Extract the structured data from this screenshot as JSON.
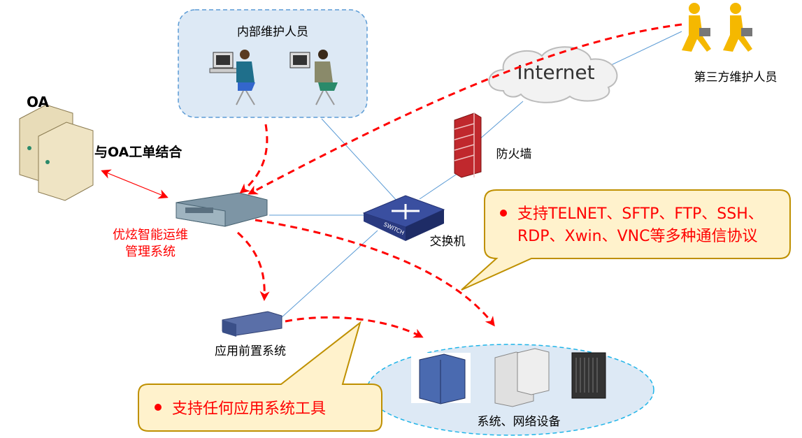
{
  "internal_group": {
    "title": "内部维护人员"
  },
  "third_party": {
    "label": "第三方维护人员"
  },
  "internet": {
    "label": "Internet"
  },
  "firewall": {
    "label": "防火墙"
  },
  "switch": {
    "label": "交换机",
    "device_text": "SWITCH"
  },
  "oa": {
    "title": "OA",
    "integration_label": "与OA工单结合"
  },
  "bastion": {
    "label_line1": "优炫智能运维",
    "label_line2": "管理系统"
  },
  "app_front": {
    "label": "应用前置系统"
  },
  "devices_group": {
    "label": "系统、网络设备"
  },
  "callout_protocols": {
    "line1": "支持TELNET、SFTP、FTP、SSH、",
    "line2": "RDP、Xwin、VNC等多种通信协议"
  },
  "callout_tools": {
    "line1": "支持任何应用系统工具"
  },
  "colors": {
    "link_line": "#5b9bd5",
    "flow_dashed": "#ff0000",
    "callout_fill": "#fff2cc",
    "callout_border": "#bf9000",
    "group_fill": "#dde9f5"
  }
}
